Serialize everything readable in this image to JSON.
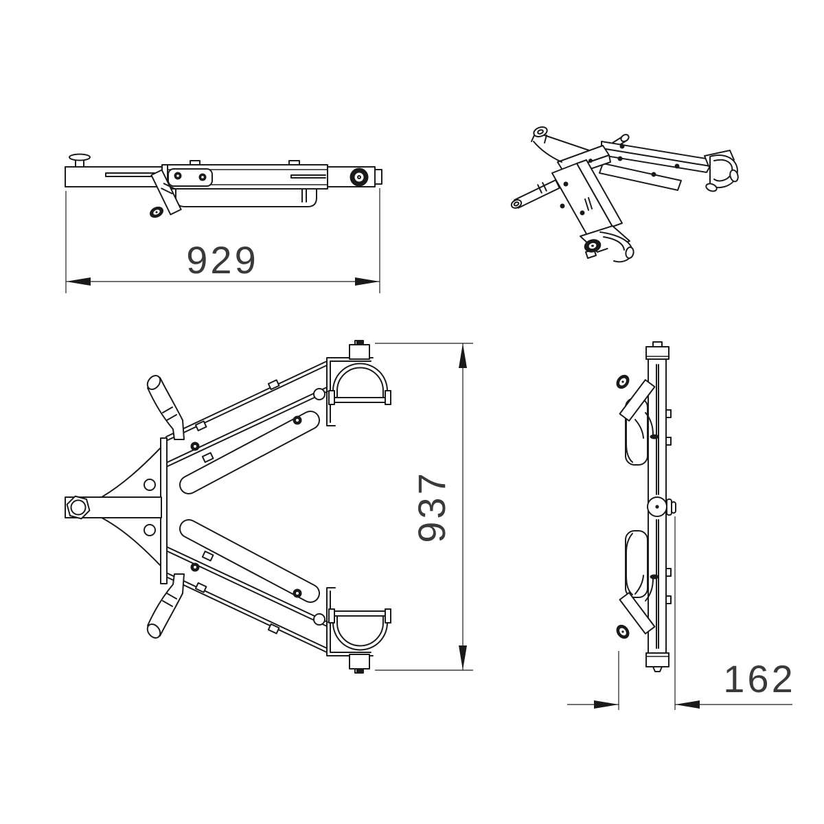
{
  "drawing": {
    "background_color": "#ffffff",
    "line_color": "#1a1a1a",
    "dim_text_color": "#3a3a3a",
    "dimensions": {
      "overall_length": "929",
      "overall_depth": "937",
      "side_width": "162"
    }
  }
}
